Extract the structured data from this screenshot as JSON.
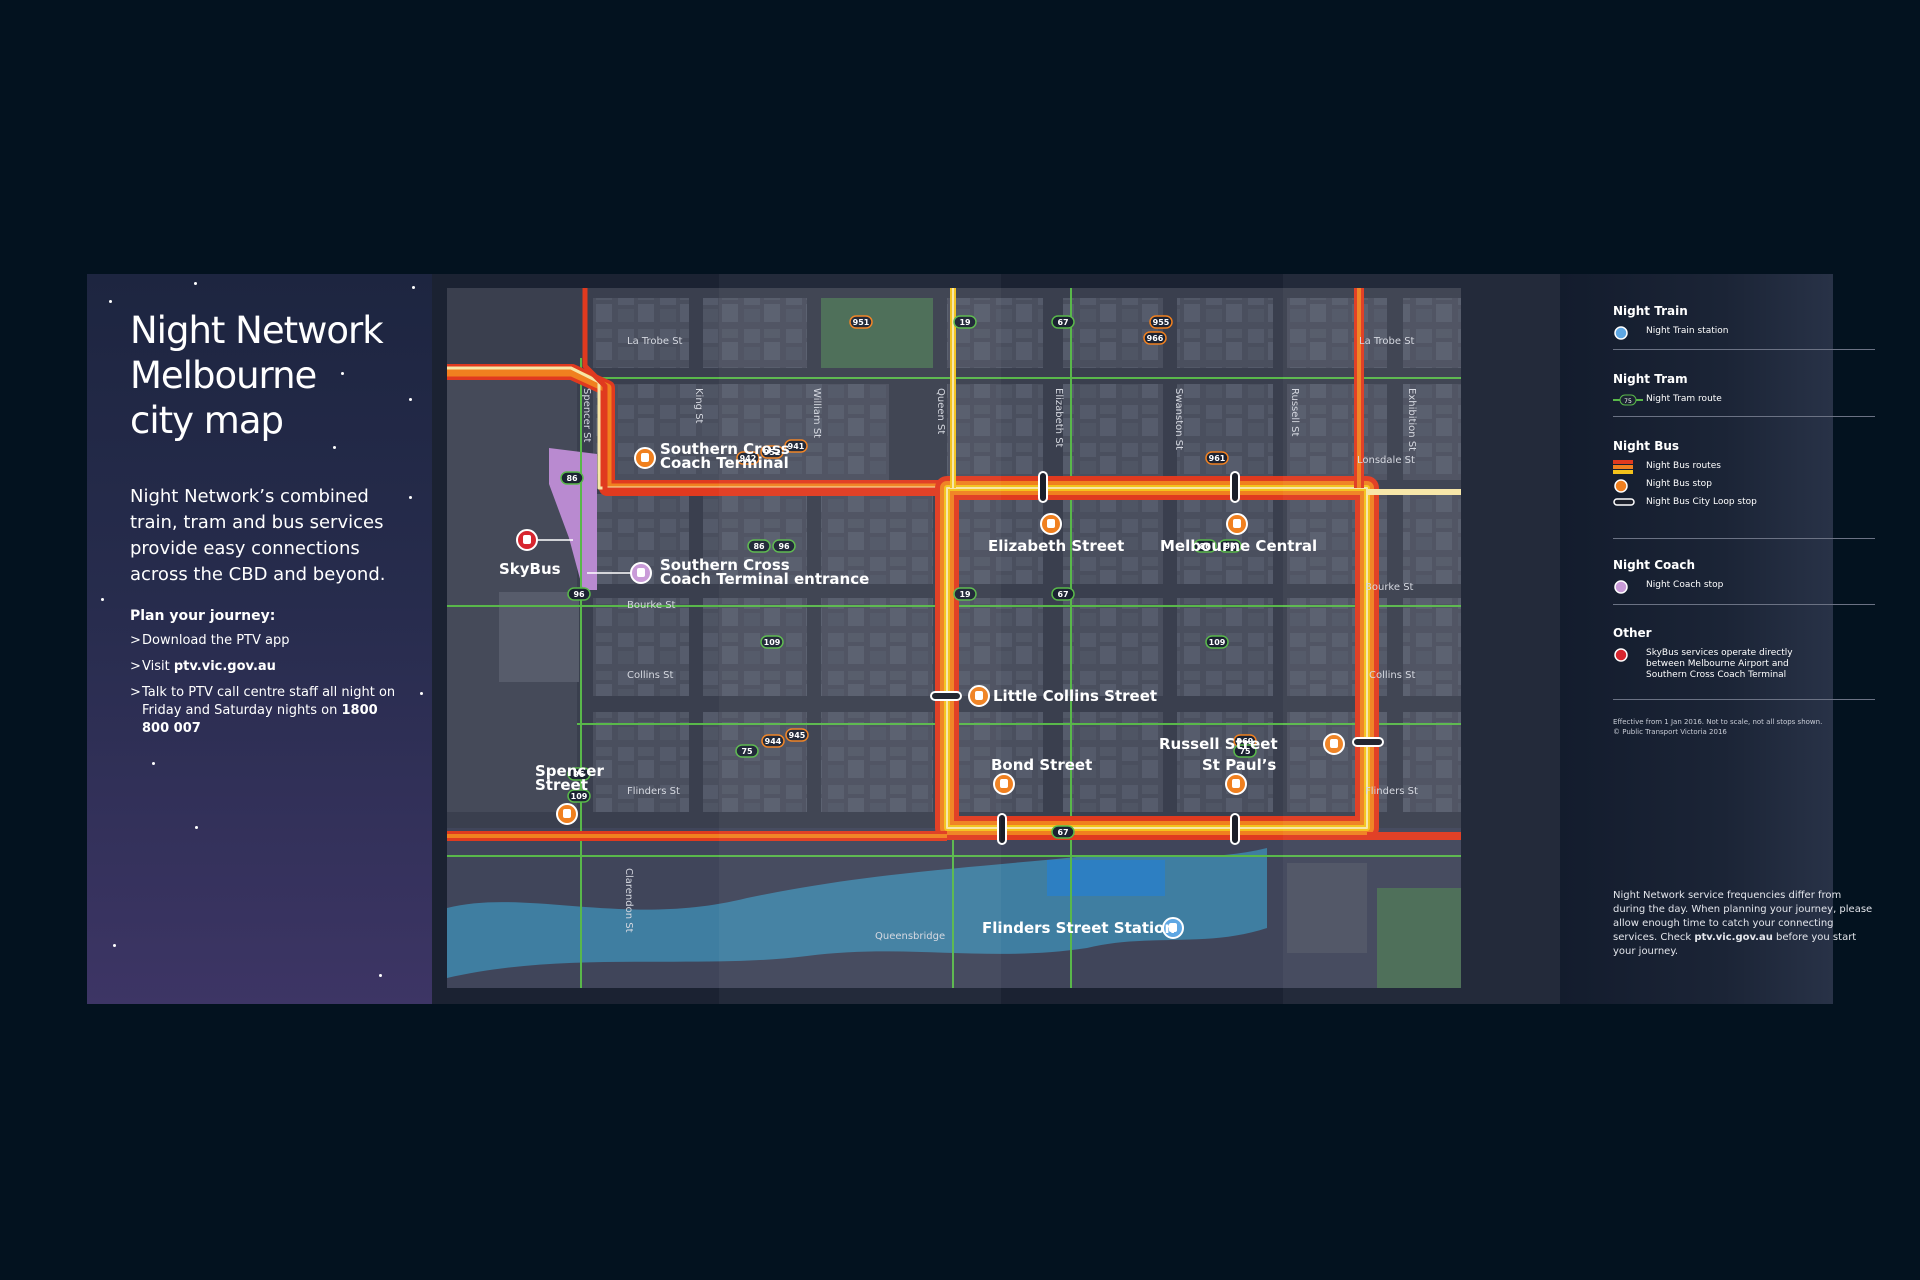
{
  "left": {
    "title": "Night Network\nMelbourne\ncity map",
    "intro": "Night Network’s combined train, tram and bus services provide easy connections across the CBD and beyond.",
    "plan_heading": "Plan your journey:",
    "items": [
      {
        "text": "Download the PTV app"
      },
      {
        "prefix": "Visit ",
        "bold": "ptv.vic.gov.au"
      },
      {
        "prefix": "Talk to PTV call centre staff all night on Friday and Saturday nights on ",
        "bold": "1800 800 007"
      }
    ]
  },
  "map": {
    "streets_h": [
      "La Trobe St",
      "La Trobe St",
      "Lonsdale St",
      "Bourke St",
      "Bourke St",
      "Collins St",
      "Collins St",
      "Flinders St",
      "Flinders St"
    ],
    "streets_v": [
      "Spencer St",
      "King St",
      "William St",
      "Queen St",
      "Elizabeth St",
      "Swanston St",
      "Russell St",
      "Exhibition St",
      "Clarendon St"
    ],
    "queensbridge": "Queensbridge",
    "stops": {
      "southern_cross_coach": "Southern Cross\nCoach Terminal",
      "southern_cross_entrance": "Southern Cross\nCoach Terminal entrance",
      "skybus": "SkyBus",
      "elizabeth": "Elizabeth Street",
      "melbourne_central": "Melbourne Central",
      "little_collins": "Little Collins Street",
      "russell": "Russell Street",
      "spencer": "Spencer\nStreet",
      "bond": "Bond Street",
      "st_pauls": "St Paul’s",
      "flinders_station": "Flinders Street Station"
    },
    "route_badges": [
      "951",
      "19",
      "67",
      "955",
      "966",
      "941",
      "942",
      "952",
      "961",
      "86",
      "86",
      "96",
      "86",
      "96",
      "96",
      "19",
      "67",
      "109",
      "109",
      "944",
      "945",
      "75",
      "969",
      "75",
      "96",
      "109",
      "67"
    ],
    "colors": {
      "tram": "#59b84a",
      "bus_red": "#e03a1f",
      "bus_orange": "#f0801f",
      "bus_yellow": "#f3c21b",
      "bus_cream": "#f7e6a6",
      "skybus": "#d7262f",
      "coach": "#c99bd8",
      "train": "#5ea7e3"
    }
  },
  "legend": {
    "sections": [
      {
        "title": "Night Train",
        "items": [
          {
            "icon": "train-station-icon",
            "label": "Night Train station"
          }
        ]
      },
      {
        "title": "Night Tram",
        "items": [
          {
            "icon": "tram-route-icon",
            "label": "Night Tram route",
            "badge": "75"
          }
        ]
      },
      {
        "title": "Night Bus",
        "items": [
          {
            "icon": "bus-routes-icon",
            "label": "Night Bus routes"
          },
          {
            "icon": "bus-stop-icon",
            "label": "Night Bus stop"
          },
          {
            "icon": "city-loop-stop-icon",
            "label": "Night Bus City Loop stop"
          }
        ]
      },
      {
        "title": "Night Coach",
        "items": [
          {
            "icon": "coach-stop-icon",
            "label": "Night Coach stop"
          }
        ]
      },
      {
        "title": "Other",
        "items": [
          {
            "icon": "skybus-icon",
            "label": "SkyBus services operate directly between Melbourne Airport and Southern Cross Coach Terminal"
          }
        ]
      }
    ],
    "footnote": "Effective from 1 Jan 2016.  Not to scale, not all stops shown.\n© Public Transport Victoria 2016",
    "closing_pre": "Night Network service frequencies differ from during the day. When planning your journey, please allow enough time to catch your connecting services. Check ",
    "closing_bold": "ptv.vic.gov.au",
    "closing_post": " before you start your journey."
  }
}
